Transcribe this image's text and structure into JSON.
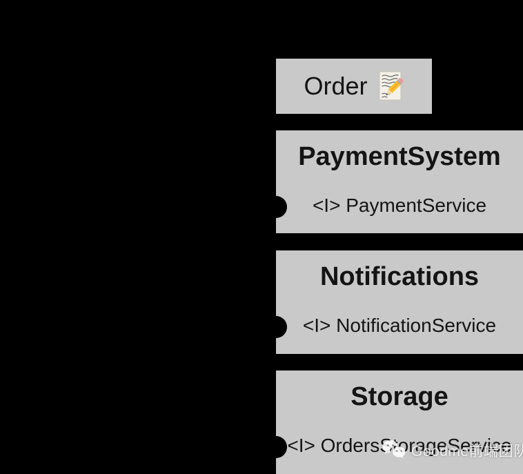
{
  "colors": {
    "background": "#000000",
    "node_fill": "#c9c9c9",
    "node_text": "#141414",
    "port_fill": "#000000",
    "watermark_text": "rgba(255,255,255,0.82)"
  },
  "order_node": {
    "label": "Order",
    "icon": "memo-emoji"
  },
  "services": [
    {
      "title": "PaymentSystem",
      "interface_label": "<I> PaymentService"
    },
    {
      "title": "Notifications",
      "interface_label": "<I> NotificationService"
    },
    {
      "title": "Storage",
      "interface_label": "<I> OrdersStorageService"
    }
  ],
  "watermark": {
    "icon": "wechat-logo",
    "text": "Goodme前端团队"
  }
}
